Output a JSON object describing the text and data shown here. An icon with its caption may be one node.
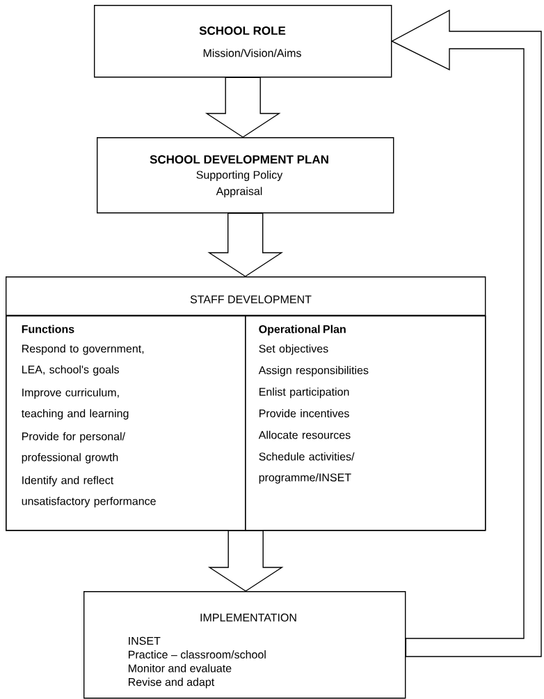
{
  "diagram": {
    "nodes": [
      {
        "text": [
          "SCHOOL ROLE",
          "Mission/Vision/Aims"
        ]
      },
      {
        "text": [
          "SCHOOL DEVELOPMENT PLAN",
          "Supporting Policy",
          "Appraisal"
        ]
      },
      {
        "text": [
          "STAFF DEVELOPMENT"
        ]
      },
      {
        "text": [
          "Functions",
          "Respond to government, LEA, school's goals",
          "Improve curriculum, teaching and learning",
          "Provide for personal/ professional growth",
          "Identify and reflect unsatisfactory performance"
        ],
        "in": 2
      },
      {
        "text": [
          "Operational Plan",
          "Set objectives",
          "Assign responsibilities",
          "Enlist participation",
          "Provide incentives",
          "Allocate resources",
          "Schedule activities/ programme/INSET"
        ],
        "in": 2
      },
      {
        "text": [
          "IMPLEMENTATION",
          "INSET",
          "Practice – classroom/school",
          "Monitor and evaluate",
          "Revise and adapt"
        ]
      }
    ],
    "edges": [
      {
        "from": 0,
        "to": 1,
        "arrow": "to"
      },
      {
        "from": 1,
        "to": 2,
        "arrow": "to"
      },
      {
        "from": 2,
        "to": 5,
        "arrow": "to"
      },
      {
        "from": 5,
        "to": 0,
        "arrow": "to"
      }
    ]
  }
}
